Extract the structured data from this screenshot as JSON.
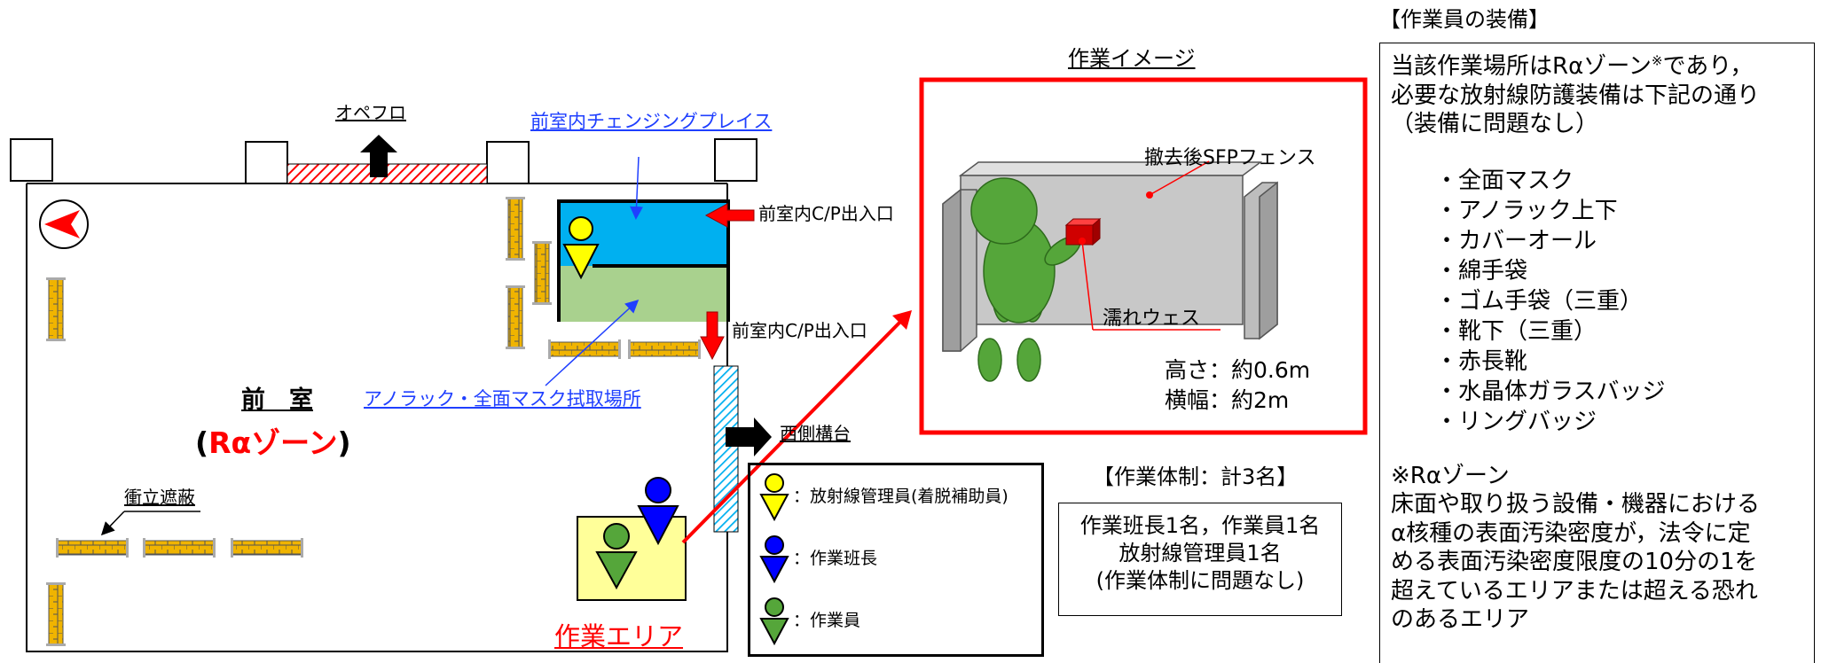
{
  "floor_plan": {
    "room_title": "前　室",
    "zone_label_open": "(",
    "zone_label_zone": "Rαゾーン",
    "zone_label_close": ")",
    "opeflo_label": "オペフロ",
    "changing_place_label": "前室内チェンジングプレイス",
    "cp_entrance_upper": "前室内C/P出入口",
    "cp_entrance_lower": "前室内C/P出入口",
    "west_platform_label": "西側構台",
    "anorak_area_label": "アノラック・全面マスク拭取場所",
    "shield_label": "衝立遮蔽",
    "work_area_label": "作業エリア"
  },
  "legend": {
    "items": [
      {
        "color": "#ffff00",
        "label": "：放射線管理員(着脱補助員)"
      },
      {
        "color": "#0000ff",
        "label": "：作業班長"
      },
      {
        "color": "#55a63a",
        "label": "：作業員"
      }
    ]
  },
  "work_image": {
    "title": "作業イメージ",
    "fence_label": "撤去後SFPフェンス",
    "wet_cloth_label": "濡れウェス",
    "height_label": "高さ：約0.6m",
    "width_label": "横幅：約2m"
  },
  "work_system": {
    "title": "【作業体制：計3名】",
    "line1": "作業班長1名，作業員1名",
    "line2": "放射線管理員1名",
    "line3": "(作業体制に問題なし)"
  },
  "equipment": {
    "title": "【作業員の装備】",
    "intro1_a": "当該作業場所はRαゾーン",
    "intro1_note": "※",
    "intro1_b": "であり，",
    "intro2": "必要な放射線防護装備は下記の通り",
    "intro3": "（装備に問題なし）",
    "items": [
      "・全面マスク",
      "・アノラック上下",
      "・カバーオール",
      "・綿手袋",
      "・ゴム手袋（三重）",
      "・靴下（三重）",
      "・赤長靴",
      "・水晶体ガラスバッジ",
      "・リングバッジ"
    ],
    "note_title": "※Rαゾーン",
    "note_lines": [
      "床面や取り扱う設備・機器における",
      "α核種の表面汚染密度が，法令に定",
      "める表面汚染密度限度の10分の1を",
      "超えているエリアまたは超える恐れ",
      "のあるエリア"
    ]
  },
  "colors": {
    "accent_red": "#ff0000",
    "light_blue": "#00b0f0",
    "light_green": "#a9d18e",
    "work_area_fill": "#ffff99",
    "link_blue": "#1f3fff",
    "worker_green": "#55a63a",
    "panel_gray": "#c8c8c8"
  }
}
